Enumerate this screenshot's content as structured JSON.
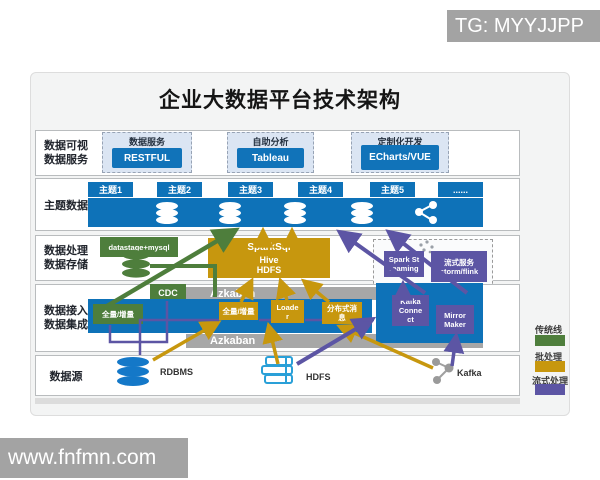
{
  "watermarks": {
    "top_right": "TG: MYYJJPP",
    "bottom_left": "www.fnfmn.com"
  },
  "title": "企业大数据平台技术架构",
  "colors": {
    "blue": "#0e72b8",
    "green": "#4e7e3c",
    "gold": "#c7970e",
    "purple": "#5c55a4",
    "gray_bar": "#a7a7a7",
    "light_blue_panel": "#dbe5f3"
  },
  "rows": {
    "visualization": {
      "label1": "数据可视",
      "label2": "数据服务",
      "groups": [
        {
          "title": "数据服务",
          "button": "RESTFUL"
        },
        {
          "title": "自助分析",
          "button": "Tableau"
        },
        {
          "title": "定制化开发",
          "button": "ECharts/VUE"
        }
      ]
    },
    "subject": {
      "label": "主题数据",
      "tabs": [
        "主题1",
        "主题2",
        "主题3",
        "主题4",
        "主题5",
        "......"
      ]
    },
    "processing": {
      "label1": "数据处理",
      "label2": "数据存储",
      "etl_box": "datastage+mysql",
      "engine_lines": [
        "SparkSql",
        "Hive",
        "HDFS"
      ],
      "spark_streaming": "Spark Streaming",
      "stream_service": {
        "title": "流式服务",
        "subtitle": "storm/flink"
      }
    },
    "ingestion": {
      "label1": "数据接入",
      "label2": "数据集成",
      "scheduler": "Azkaban",
      "cdc": "CDC",
      "green_full_incr": "全量/增量",
      "gold_full_incr": "全量/增量",
      "loader": "Loader",
      "dist_message": "分布式消息",
      "kafka_connect": "Kafka Connect",
      "mirror_maker": "Mirror Maker"
    },
    "sources": {
      "label": "数据源",
      "rdbms": "RDBMS",
      "hdfs": "HDFS",
      "kafka": "Kafka"
    }
  },
  "legend": [
    {
      "label": "传统线",
      "color": "#4e7e3c"
    },
    {
      "label": "批处理",
      "color": "#c7970e"
    },
    {
      "label": "流式处理",
      "color": "#5c55a4"
    }
  ],
  "icons": {
    "database": "database-icon",
    "share": "share-network-icon",
    "books": "books-icon",
    "kafka_cluster": "kafka-network-icon",
    "dots": "dots-cluster-icon"
  }
}
